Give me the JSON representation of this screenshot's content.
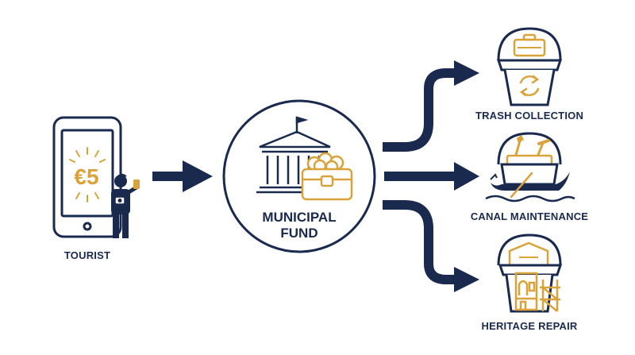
{
  "source": {
    "label": "TOURIST",
    "amount": "€5"
  },
  "hub": {
    "line1": "MUNICIPAL",
    "line2": "FUND"
  },
  "destinations": [
    {
      "label": "TRASH COLLECTION"
    },
    {
      "label": "CANAL MAINTENANCE"
    },
    {
      "label": "HERITAGE REPAIR"
    }
  ],
  "colors": {
    "navy": "#1a2a4f",
    "gold": "#d9a33a"
  }
}
